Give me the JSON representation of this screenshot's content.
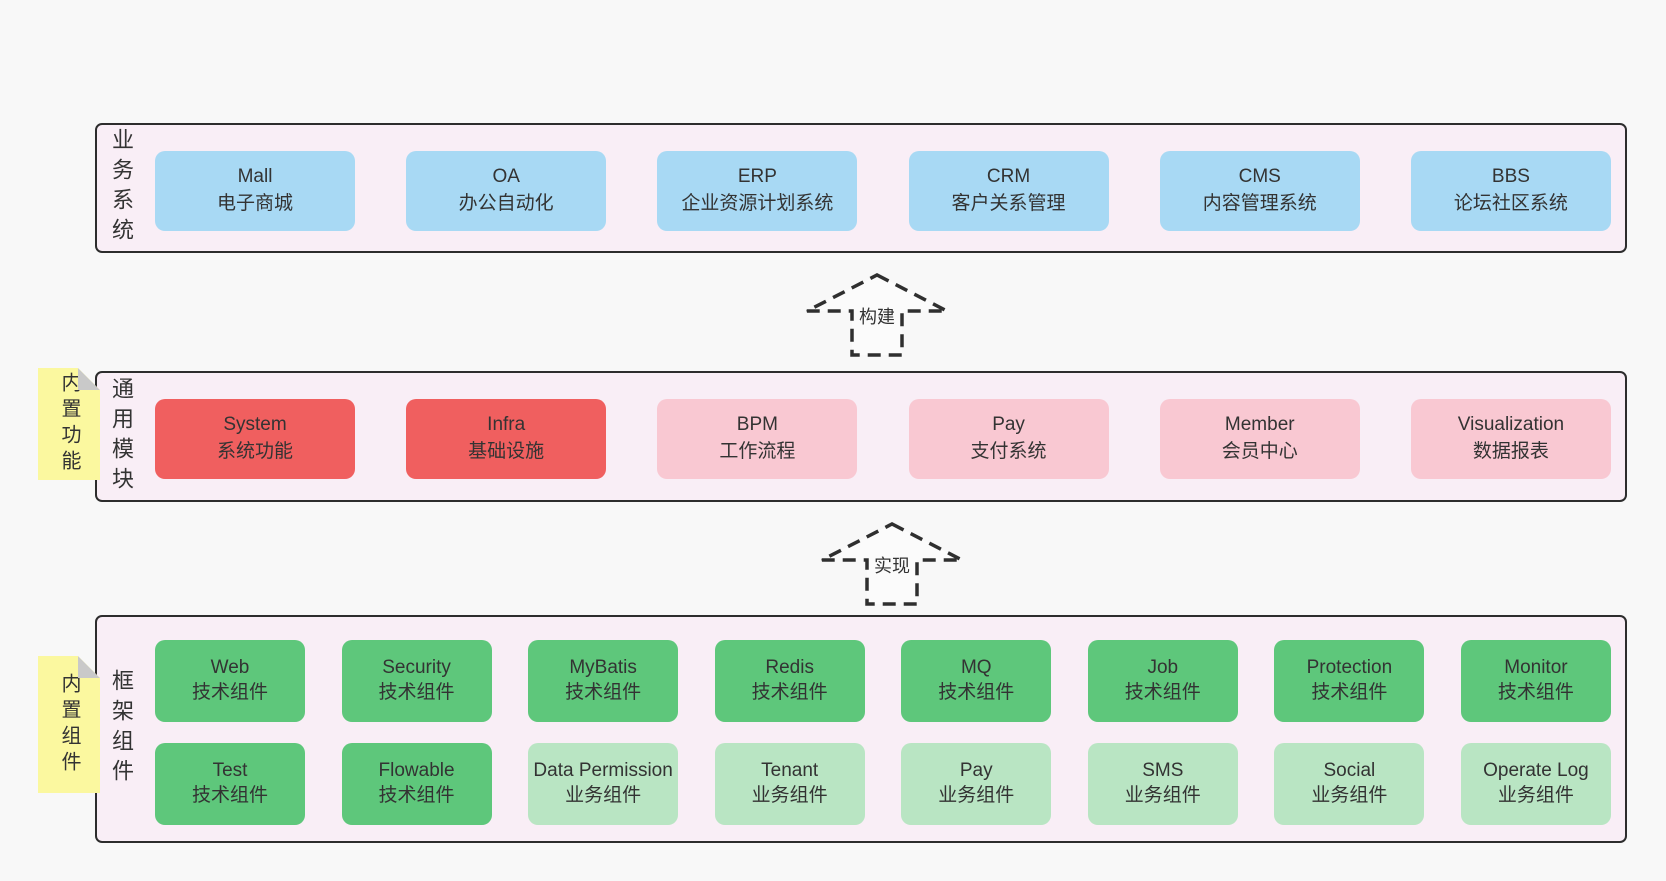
{
  "colors": {
    "page_bg": "#f8f8f8",
    "container_bg": "#f9eef6",
    "container_border": "#2d2d2d",
    "blue_box": "#a8d9f4",
    "red_box": "#f05f5f",
    "pink_box": "#f9c8d2",
    "green_box": "#5ec77b",
    "light_green_box": "#b9e5c3",
    "sticky_yellow": "#fbf89f",
    "sticky_fold": "#c9c9c9",
    "text": "#333333"
  },
  "layers": {
    "business": {
      "label": "业务系统",
      "boxes": [
        {
          "en": "Mall",
          "zh": "电子商城"
        },
        {
          "en": "OA",
          "zh": "办公自动化"
        },
        {
          "en": "ERP",
          "zh": "企业资源计划系统"
        },
        {
          "en": "CRM",
          "zh": "客户关系管理"
        },
        {
          "en": "CMS",
          "zh": "内容管理系统"
        },
        {
          "en": "BBS",
          "zh": "论坛社区系统"
        }
      ]
    },
    "modules": {
      "sticky": "内置功能",
      "label": "通用模块",
      "boxes": [
        {
          "en": "System",
          "zh": "系统功能",
          "variant": "red"
        },
        {
          "en": "Infra",
          "zh": "基础设施",
          "variant": "red"
        },
        {
          "en": "BPM",
          "zh": "工作流程",
          "variant": "pink"
        },
        {
          "en": "Pay",
          "zh": "支付系统",
          "variant": "pink"
        },
        {
          "en": "Member",
          "zh": "会员中心",
          "variant": "pink"
        },
        {
          "en": "Visualization",
          "zh": "数据报表",
          "variant": "pink"
        }
      ]
    },
    "components": {
      "sticky": "内置组件",
      "label": "框架组件",
      "row1": [
        {
          "en": "Web",
          "zh": "技术组件",
          "variant": "green"
        },
        {
          "en": "Security",
          "zh": "技术组件",
          "variant": "green"
        },
        {
          "en": "MyBatis",
          "zh": "技术组件",
          "variant": "green"
        },
        {
          "en": "Redis",
          "zh": "技术组件",
          "variant": "green"
        },
        {
          "en": "MQ",
          "zh": "技术组件",
          "variant": "green"
        },
        {
          "en": "Job",
          "zh": "技术组件",
          "variant": "green"
        },
        {
          "en": "Protection",
          "zh": "技术组件",
          "variant": "green"
        },
        {
          "en": "Monitor",
          "zh": "技术组件",
          "variant": "green"
        }
      ],
      "row2": [
        {
          "en": "Test",
          "zh": "技术组件",
          "variant": "green"
        },
        {
          "en": "Flowable",
          "zh": "技术组件",
          "variant": "green"
        },
        {
          "en": "Data Permission",
          "zh": "业务组件",
          "variant": "light-green"
        },
        {
          "en": "Tenant",
          "zh": "业务组件",
          "variant": "light-green"
        },
        {
          "en": "Pay",
          "zh": "业务组件",
          "variant": "light-green"
        },
        {
          "en": "SMS",
          "zh": "业务组件",
          "variant": "light-green"
        },
        {
          "en": "Social",
          "zh": "业务组件",
          "variant": "light-green"
        },
        {
          "en": "Operate Log",
          "zh": "业务组件",
          "variant": "light-green"
        }
      ]
    }
  },
  "arrows": {
    "build": {
      "label": "构建"
    },
    "implement": {
      "label": "实现"
    }
  }
}
